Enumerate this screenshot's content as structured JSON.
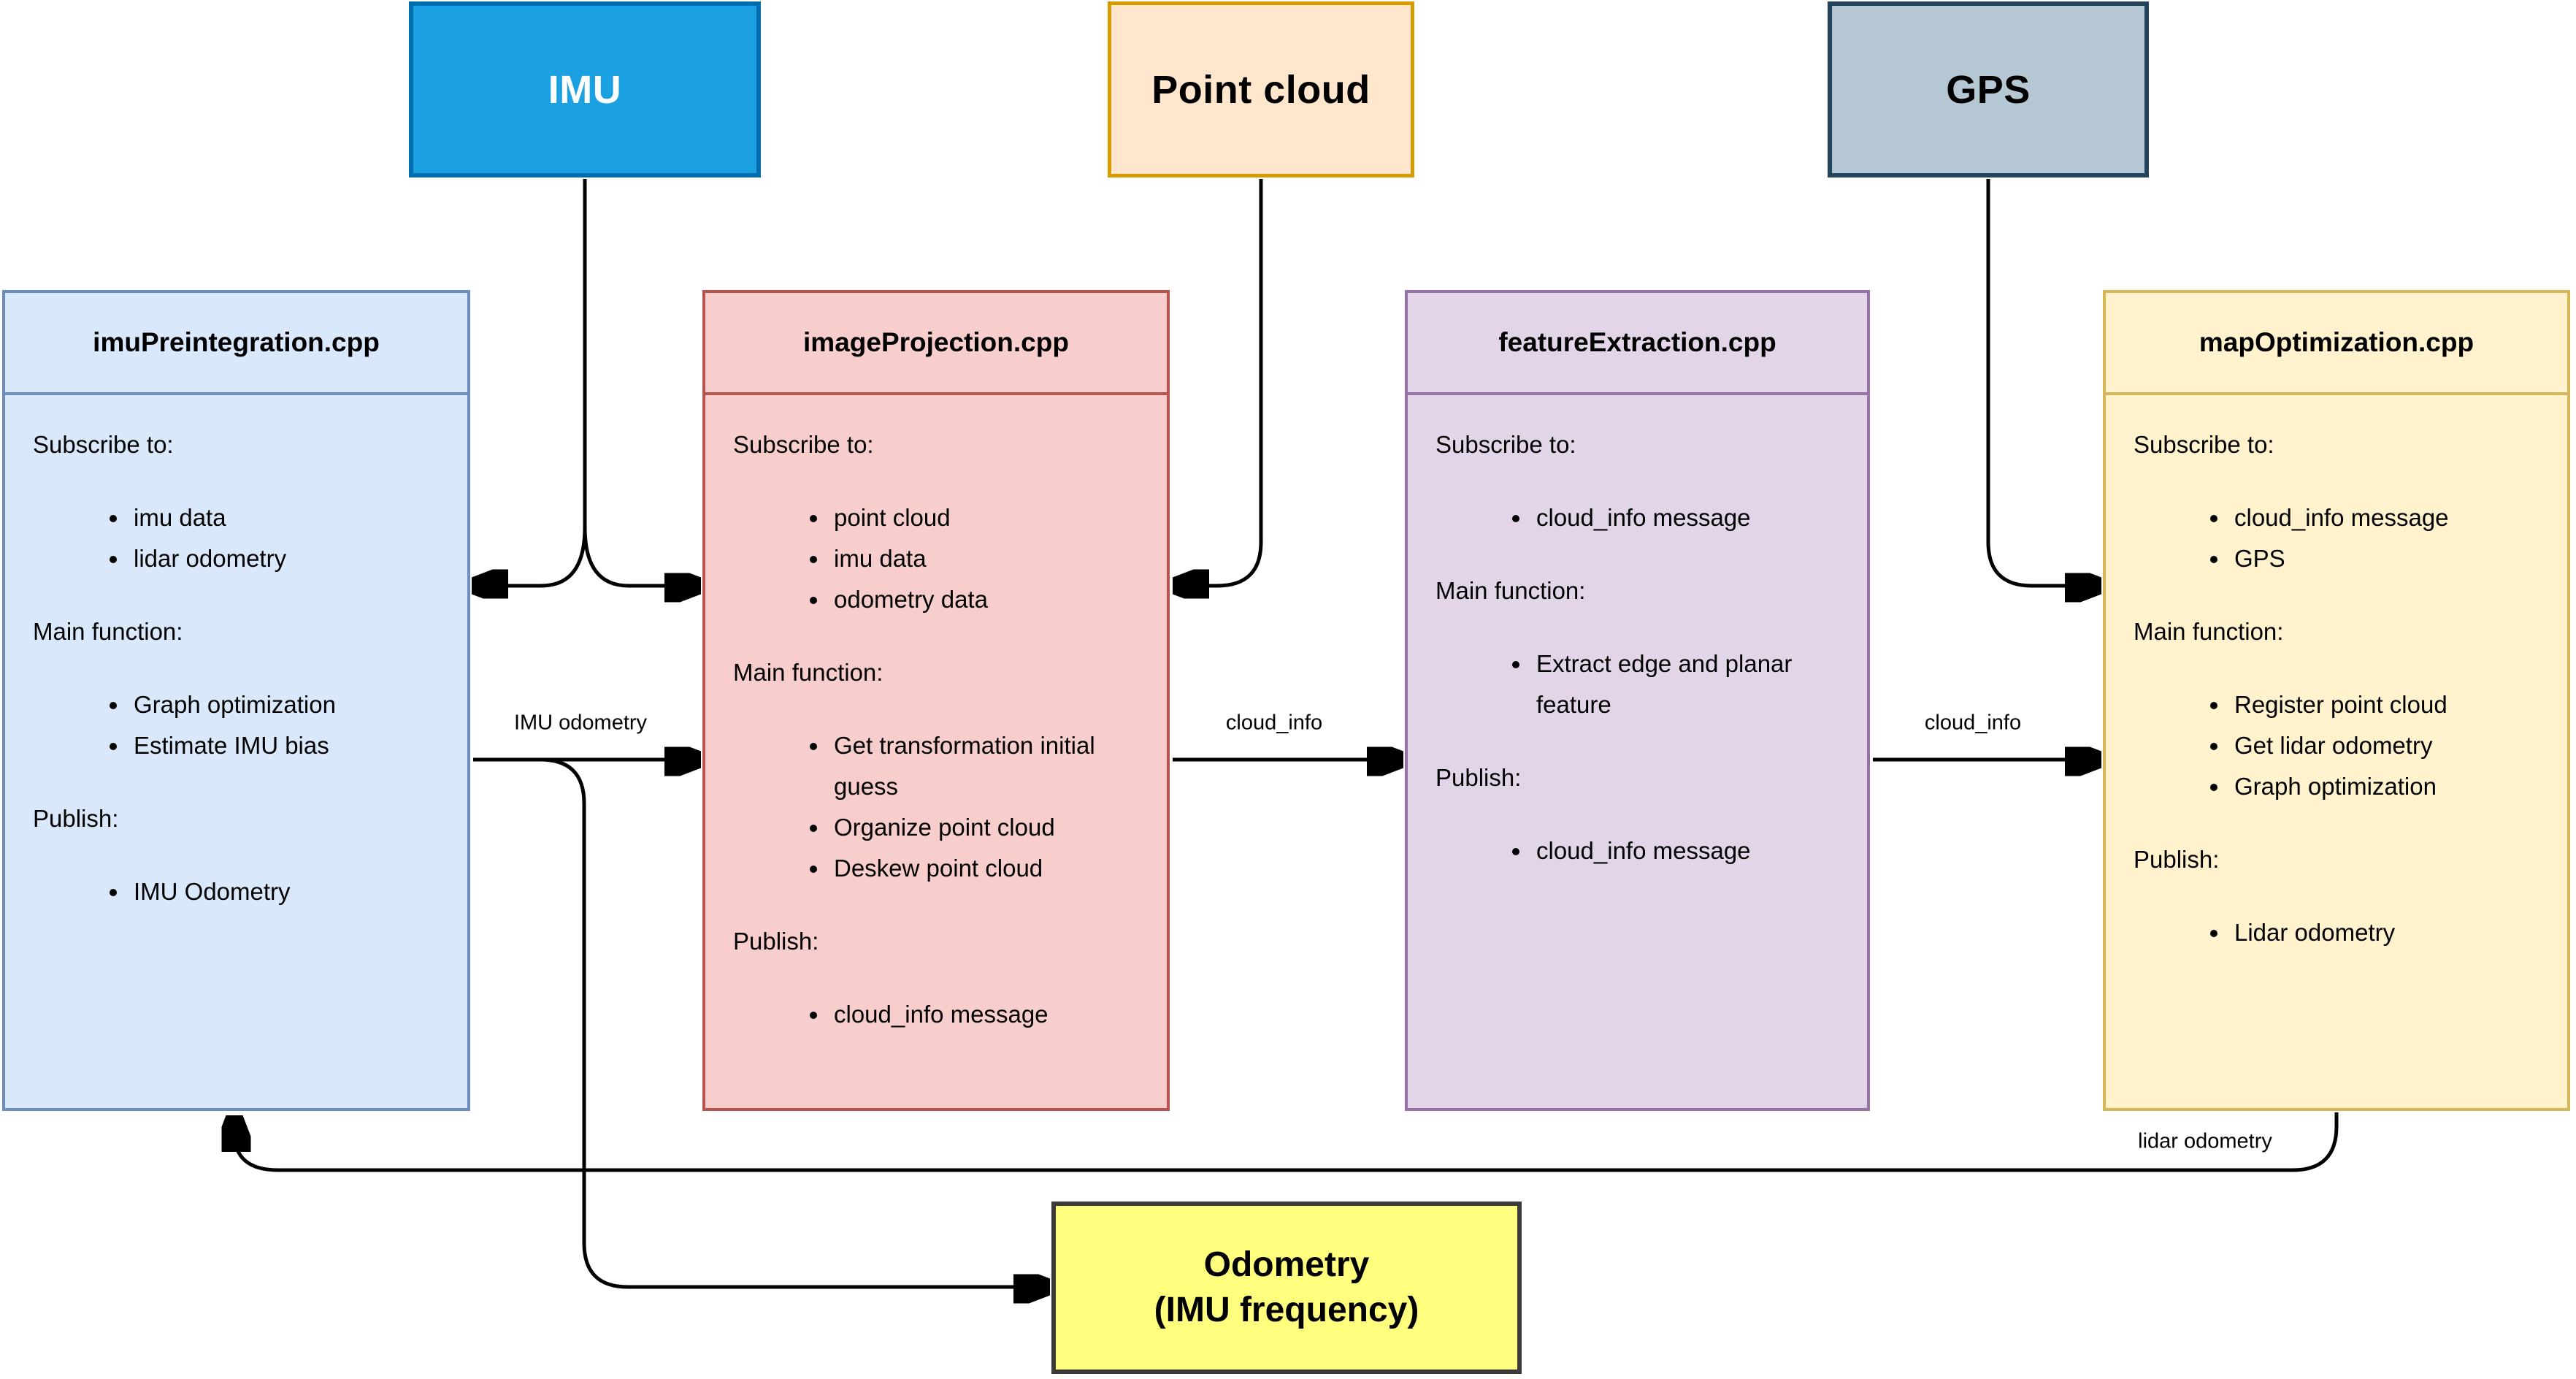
{
  "diagram": {
    "sources": [
      {
        "label": "IMU",
        "fill": "#1ba1e2",
        "border": "#006eaf"
      },
      {
        "label": "Point cloud",
        "fill": "#ffe6cc",
        "border": "#d79b00"
      },
      {
        "label": "GPS",
        "fill": "#b5c7d2",
        "border": "#23445d"
      }
    ],
    "modules": [
      {
        "title": "imuPreintegration.cpp",
        "fill": "#dae8fc",
        "border": "#6c8ebf",
        "sections": [
          {
            "label": "Subscribe to:",
            "items": [
              "imu data",
              "lidar odometry"
            ]
          },
          {
            "label": "Main function:",
            "items": [
              "Graph optimization",
              "Estimate IMU bias"
            ]
          },
          {
            "label": "Publish:",
            "items": [
              "IMU Odometry"
            ]
          }
        ]
      },
      {
        "title": "imageProjection.cpp",
        "fill": "#f8cecc",
        "border": "#b85450",
        "sections": [
          {
            "label": "Subscribe to:",
            "items": [
              "point cloud",
              "imu data",
              "odometry data"
            ]
          },
          {
            "label": "Main function:",
            "items": [
              "Get transformation initial guess",
              "Organize point cloud",
              "Deskew point cloud"
            ]
          },
          {
            "label": "Publish:",
            "items": [
              "cloud_info message"
            ]
          }
        ]
      },
      {
        "title": "featureExtraction.cpp",
        "fill": "#e1d5e7",
        "border": "#9673a6",
        "sections": [
          {
            "label": "Subscribe to:",
            "items": [
              "cloud_info message"
            ]
          },
          {
            "label": "Main function:",
            "items": [
              "Extract edge and planar feature"
            ]
          },
          {
            "label": "Publish:",
            "items": [
              "cloud_info message"
            ]
          }
        ]
      },
      {
        "title": "mapOptimization.cpp",
        "fill": "#fff2cc",
        "border": "#d6b656",
        "sections": [
          {
            "label": "Subscribe to:",
            "items": [
              "cloud_info message",
              "GPS"
            ]
          },
          {
            "label": "Main function:",
            "items": [
              "Register point cloud",
              "Get lidar odometry",
              "Graph optimization"
            ]
          },
          {
            "label": "Publish:",
            "items": [
              "Lidar odometry"
            ]
          }
        ]
      }
    ],
    "output": {
      "line1": "Odometry",
      "line2": "(IMU frequency)",
      "fill": "#ffff7d",
      "border": "#3b3b3b"
    },
    "edge_labels": {
      "imu_odometry": "IMU odometry",
      "cloud_info_1": "cloud_info",
      "cloud_info_2": "cloud_info",
      "lidar_odometry": "lidar odometry"
    },
    "edge_color": "#000000"
  }
}
